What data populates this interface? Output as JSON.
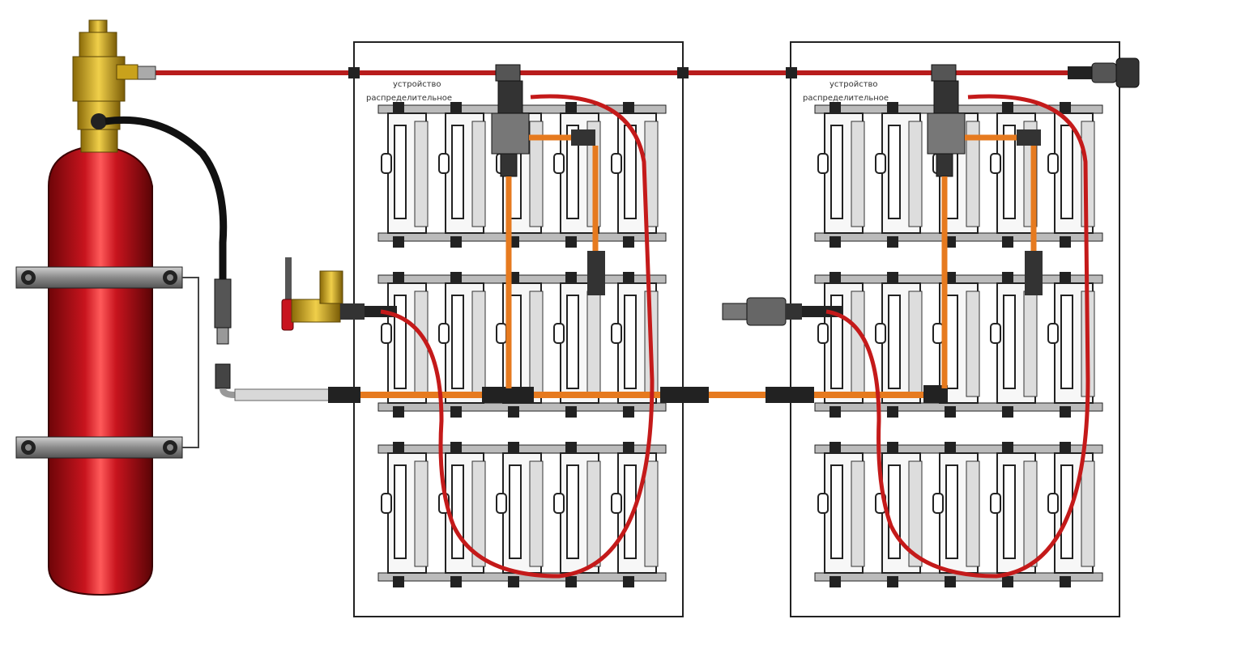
{
  "diagram": {
    "cabinets": [
      {
        "label_line1": "устройство",
        "label_line2": "распределительное"
      },
      {
        "label_line1": "устройство",
        "label_line2": "распределительное"
      }
    ],
    "shelves_per_cabinet": 3,
    "modules_per_shelf": 5
  },
  "colors": {
    "cylinder": "#c8141e",
    "cylinder_highlight": "#ff5a5a",
    "brass": "#c9a21c",
    "hose": "#111111",
    "main_line": "#b81c1c",
    "loop_line": "#c41a1a",
    "branch_line": "#e67a1f",
    "steel": "#9a9a9a",
    "frame": "#222222"
  }
}
